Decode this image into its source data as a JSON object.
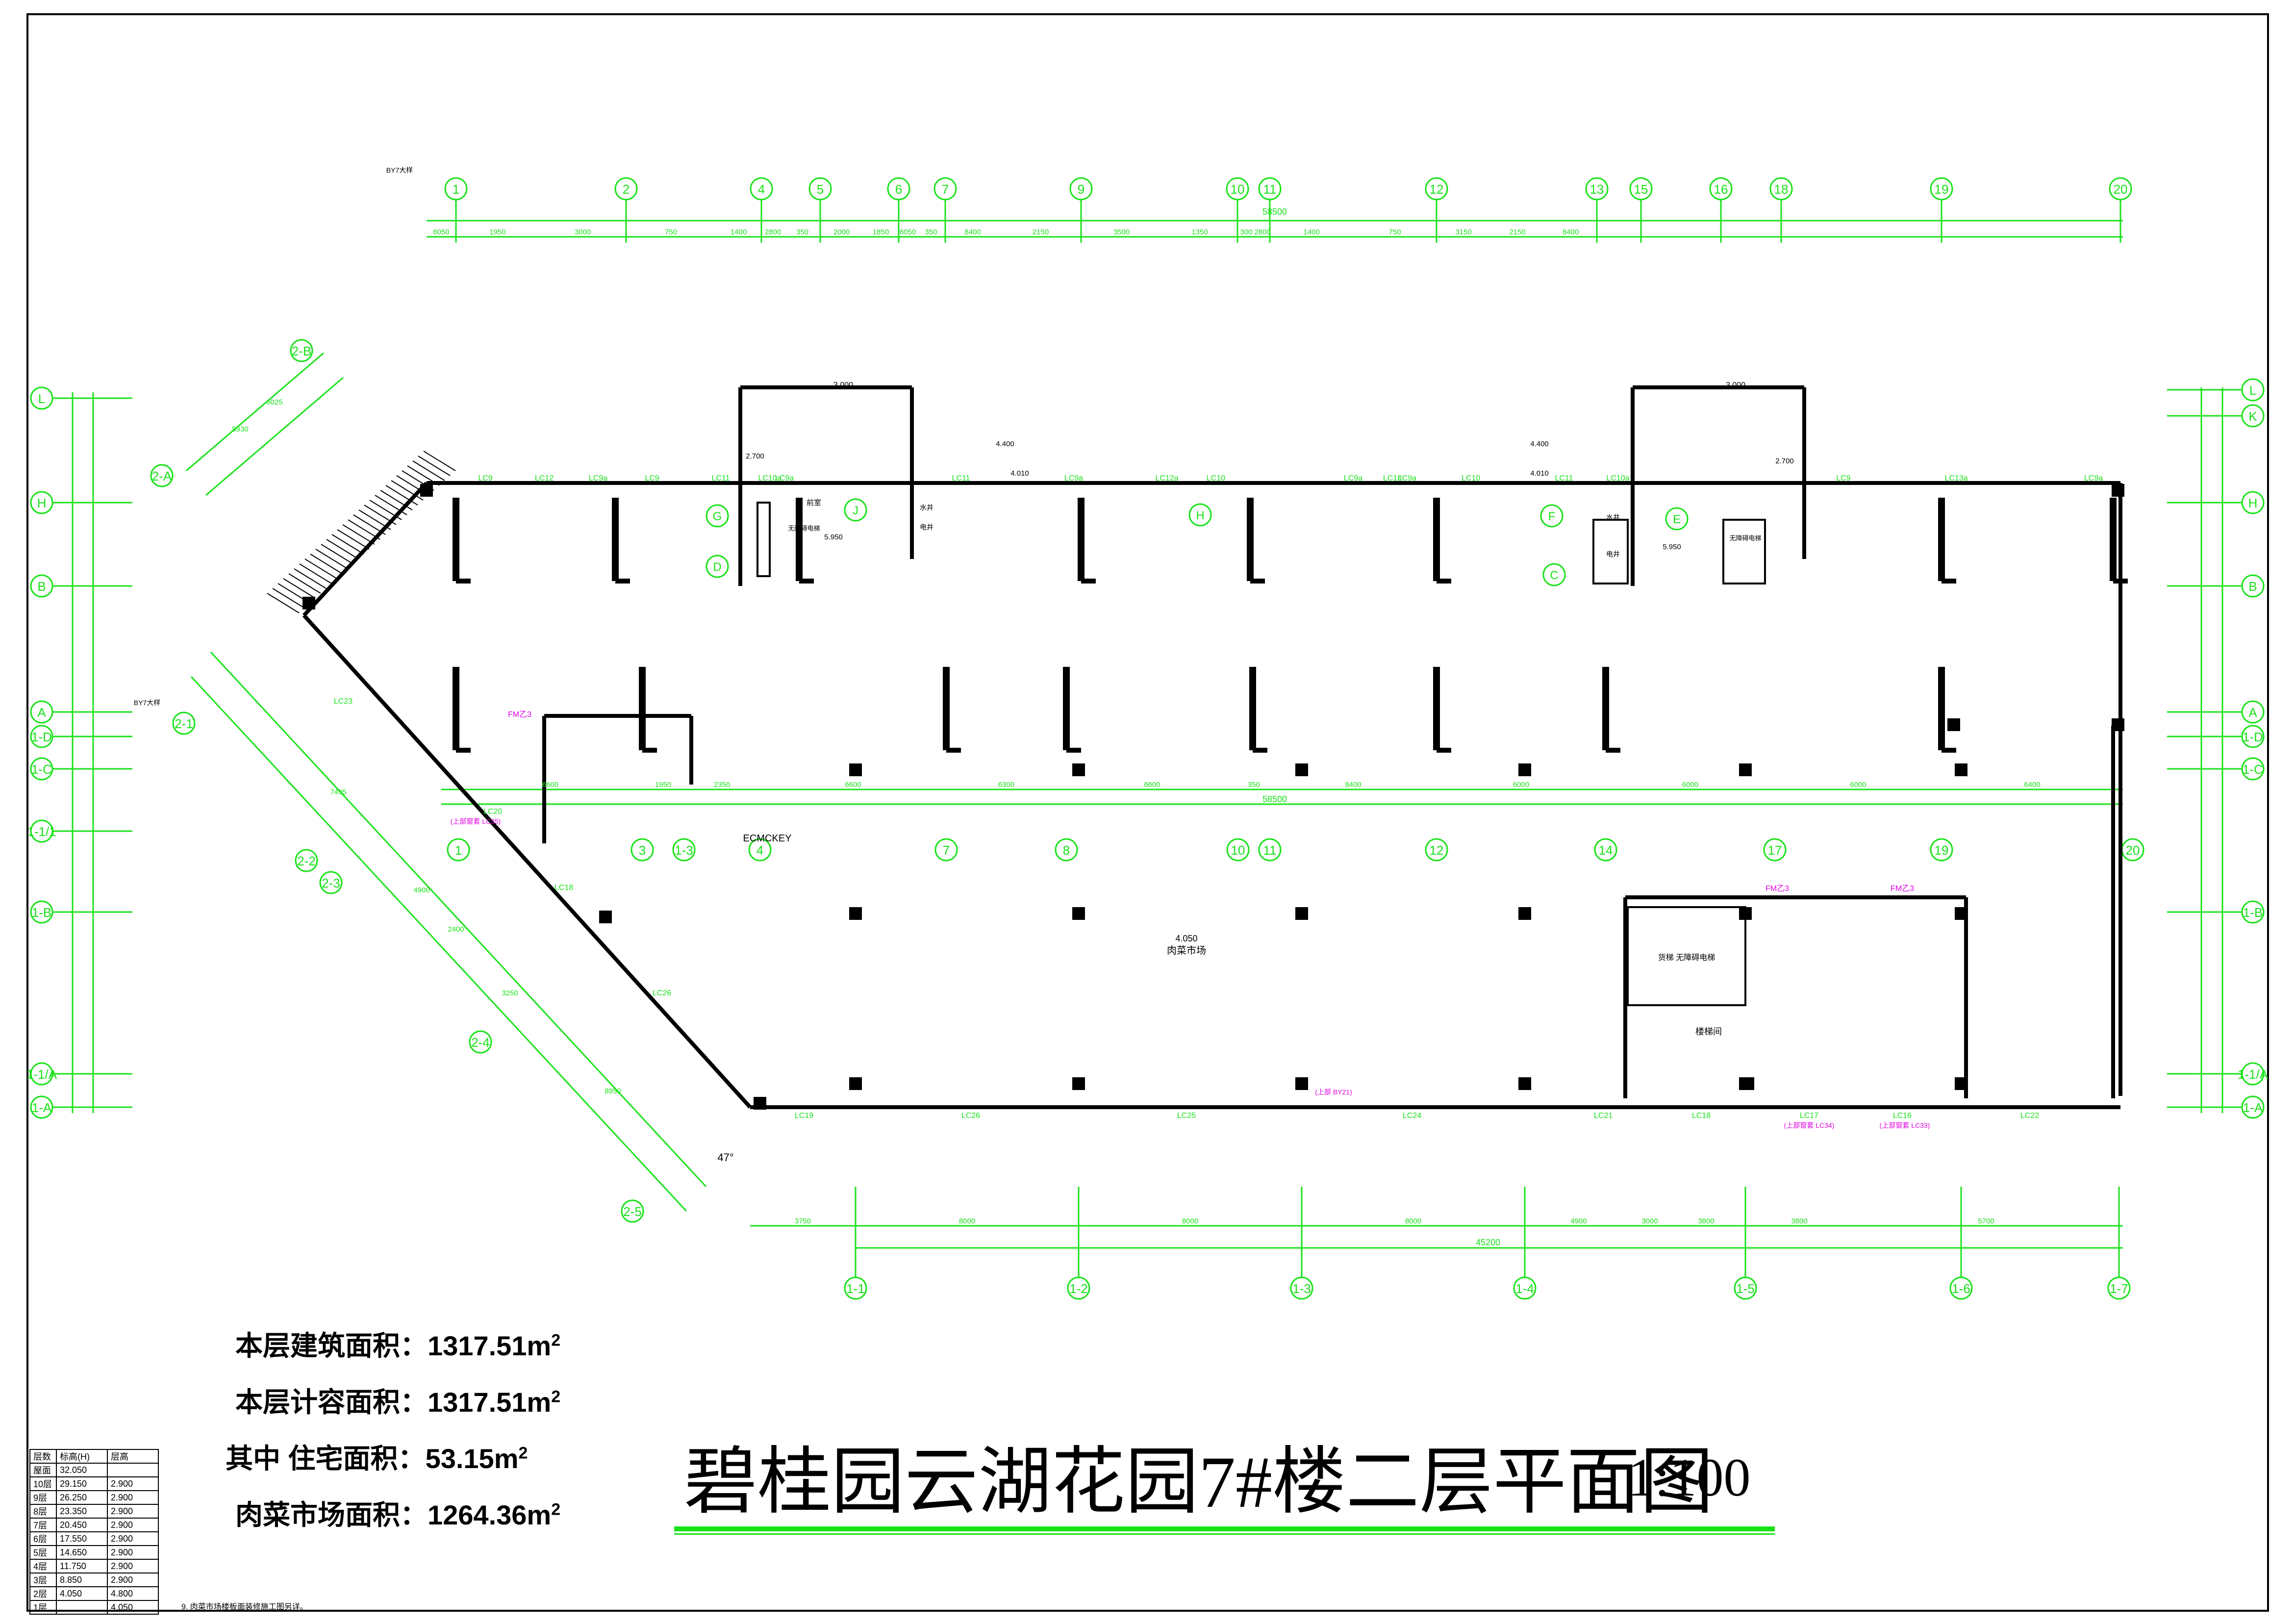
{
  "title": "碧桂园云湖花园7#楼二层平面图",
  "scale": "1:100",
  "areas": {
    "building_area_label": "本层建筑面积：",
    "building_area_value": "1317.51m",
    "capacity_area_label": "本层计容面积：",
    "capacity_area_value": "1317.51m",
    "residential_area_label": "其中 住宅面积：",
    "residential_area_value": "53.15m",
    "market_area_label": "肉菜市场面积：",
    "market_area_value": "1264.36m",
    "sq_unit_power": "2"
  },
  "grid": {
    "top_axes": [
      "1",
      "2",
      "4",
      "5",
      "6",
      "7",
      "9",
      "10",
      "11",
      "12",
      "13",
      "15",
      "16",
      "18",
      "19",
      "20"
    ],
    "top_dims": [
      "6050",
      "1950",
      "3000",
      "750",
      "1400",
      "2800",
      "350",
      "2000",
      "1850",
      "6050",
      "350",
      "8400",
      "2150",
      "3500",
      "1350",
      "300",
      "2800",
      "1400",
      "750",
      "3150",
      "2150",
      "8400"
    ],
    "top_total": "58500",
    "left_axes": [
      "L",
      "H",
      "B",
      "A",
      "1-D",
      "1-C",
      "1-1/1",
      "1-B",
      "1-1/A",
      "1-A"
    ],
    "right_axes": [
      "L",
      "K",
      "H",
      "B",
      "A",
      "1-D",
      "1-C",
      "1-B",
      "1-1/A",
      "1-A"
    ],
    "mid_axes": [
      "1",
      "3",
      "1-3",
      "4",
      "7",
      "8",
      "10",
      "11",
      "12",
      "14",
      "17",
      "19",
      "20"
    ],
    "mid_dims": [
      "6600",
      "1950",
      "2350",
      "6600",
      "6300",
      "6600",
      "350",
      "8400",
      "6000",
      "6000",
      "6000",
      "6400"
    ],
    "mid_total": "58500",
    "bottom_axes": [
      "1-1",
      "1-2",
      "1-3",
      "1-4",
      "1-5",
      "1-6",
      "1-7"
    ],
    "bottom_dims": [
      "3750",
      "8000",
      "8000",
      "8000",
      "4900",
      "3000",
      "3800",
      "3800",
      "5700"
    ],
    "bottom_total": "45200",
    "diag_axes": [
      "2-B",
      "2-A",
      "2-1",
      "2-2",
      "2-3",
      "2-4",
      "2-5"
    ],
    "diag_dims": [
      "6025",
      "5930",
      "7495",
      "4900",
      "2400",
      "3250",
      "8950"
    ],
    "angle": "47°",
    "circle_letters": [
      "G",
      "D",
      "J",
      "H",
      "F",
      "C",
      "E"
    ]
  },
  "labels": {
    "market": "肉菜市场",
    "elevation": "4.050",
    "elev_stair1": "3.000",
    "elev_stair2": "3.000",
    "elev_small": [
      "2.700",
      "5.950",
      "4.400",
      "4.010",
      "2.700",
      "5.950",
      "4.400",
      "4.010"
    ],
    "hall": "前室",
    "water_well": "水井",
    "elec_well": "电井",
    "elevator": "无障碍电梯",
    "freight_elevator": "货梯\n无障碍电梯",
    "stair_hall": "楼梯间",
    "eye": "ECMCKEY",
    "fire_doors": [
      "FM乙3",
      "FM乙3",
      "FM乙3"
    ],
    "windows_top": [
      "LC9",
      "LC12",
      "LC9a",
      "LC9",
      "LC11",
      "LC10a",
      "LC9a",
      "LC11",
      "LC9a",
      "LC10",
      "LC12a",
      "LC9a",
      "LC13",
      "LC9a",
      "LC10",
      "LC11",
      "LC10a",
      "LC9",
      "LC13a",
      "LC9a"
    ],
    "windows_bottom": [
      "LC19",
      "LC26",
      "LC25",
      "LC24",
      "LC21",
      "LC18",
      "LC17",
      "LC16",
      "LC22"
    ],
    "windows_diag": [
      "LC23",
      "LC20",
      "LC18",
      "LC26"
    ],
    "sub_windows": [
      "(上部窗套 LC35)",
      "(上部窗套 LC34)",
      "(上部窗套 LC33)",
      "(上部 BY21)"
    ],
    "leaders": [
      "BY7大样",
      "BY7大样"
    ]
  },
  "floor_table": {
    "header": [
      "层数",
      "标高(H)",
      "层高"
    ],
    "rows": [
      [
        "屋面",
        "32.050",
        ""
      ],
      [
        "10层",
        "29.150",
        "2.900"
      ],
      [
        "9层",
        "26.250",
        "2.900"
      ],
      [
        "8层",
        "23.350",
        "2.900"
      ],
      [
        "7层",
        "20.450",
        "2.900"
      ],
      [
        "6层",
        "17.550",
        "2.900"
      ],
      [
        "5层",
        "14.650",
        "2.900"
      ],
      [
        "4层",
        "11.750",
        "2.900"
      ],
      [
        "3层",
        "8.850",
        "2.900"
      ],
      [
        "2层",
        "4.050",
        "4.800"
      ],
      [
        "1层",
        "",
        "4.050"
      ]
    ],
    "note": "9. 肉菜市场楼板面装修施工图另详。"
  },
  "colors": {
    "grid_green": "#19e219",
    "wall": "#000000",
    "magenta": "#e000e0",
    "axis_blue": "#1a1aff"
  }
}
